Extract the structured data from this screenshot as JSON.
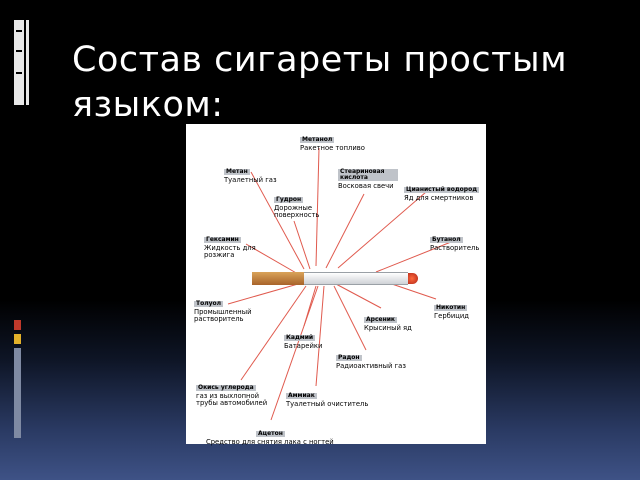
{
  "slide": {
    "title_line1": "Состав сигареты простым",
    "title_line2": "языком:"
  },
  "diagram": {
    "components": [
      {
        "id": "methanol",
        "name": "Метанол",
        "desc": "Ракетное топливо"
      },
      {
        "id": "methane",
        "name": "Метан",
        "desc": "Туалетный газ"
      },
      {
        "id": "stearic",
        "name": "Стеариновая кислота",
        "desc": "Восковая свечи"
      },
      {
        "id": "hcn",
        "name": "Цианистый водород",
        "desc": "Яд для смертников"
      },
      {
        "id": "tar",
        "name": "Гудрон",
        "desc": "Дорожные поверхность"
      },
      {
        "id": "butane",
        "name": "Бутанол",
        "desc": "Растворитель"
      },
      {
        "id": "hexamine",
        "name": "Гексамин",
        "desc": "Жидкость для розжига"
      },
      {
        "id": "toluene",
        "name": "Толуол",
        "desc": "Промышленный растворитель"
      },
      {
        "id": "nicotine",
        "name": "Никотин",
        "desc": "Гербицид"
      },
      {
        "id": "arsenic",
        "name": "Арсеник",
        "desc": "Крысиный яд"
      },
      {
        "id": "cadmium",
        "name": "Кадмий",
        "desc": "Батарейки"
      },
      {
        "id": "radon",
        "name": "Радон",
        "desc": "Радиоактивный газ"
      },
      {
        "id": "co",
        "name": "Окись углерода",
        "desc": "газ из выхлопной трубы автомобилей"
      },
      {
        "id": "ammonia",
        "name": "Аммиак",
        "desc": "Туалетный очиститель"
      },
      {
        "id": "acetone",
        "name": "Ацетон",
        "desc": "Средство для снятия лака с ногтей"
      }
    ]
  },
  "colors": {
    "background": "#000000",
    "accent_red": "#c0392b",
    "accent_yellow": "#e3b12a",
    "filter_orange": "#c98a3e",
    "label_gray": "#bfc3c9"
  }
}
